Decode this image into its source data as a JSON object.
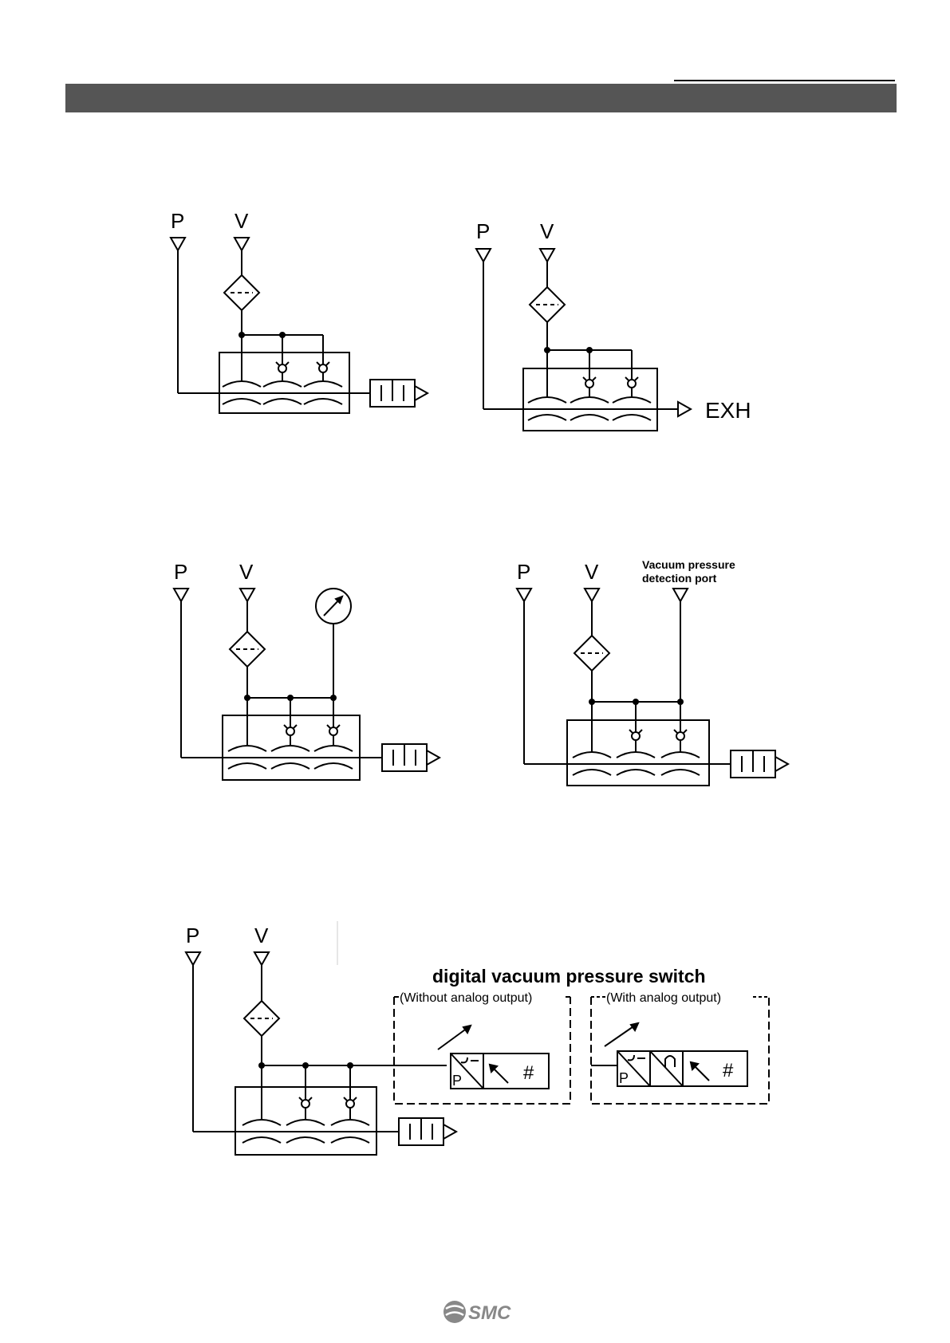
{
  "diagrams": {
    "d1": {
      "p_label": "P",
      "v_label": "V"
    },
    "d2": {
      "p_label": "P",
      "v_label": "V",
      "exh_label": "EXH"
    },
    "d3": {
      "p_label": "P",
      "v_label": "V"
    },
    "d4": {
      "p_label": "P",
      "v_label": "V",
      "port_label_line1": "Vacuum pressure",
      "port_label_line2": "detection port"
    },
    "d5": {
      "p_label": "P",
      "v_label": "V",
      "switch_title": "digital vacuum pressure switch",
      "without_analog": "(Without analog output)",
      "with_analog": "(With analog output)",
      "p_symbol": "P",
      "hash_symbol": "#"
    }
  },
  "footer": {
    "logo_text": "SMC"
  },
  "colors": {
    "title_bar": "#555555",
    "line": "#000000"
  }
}
